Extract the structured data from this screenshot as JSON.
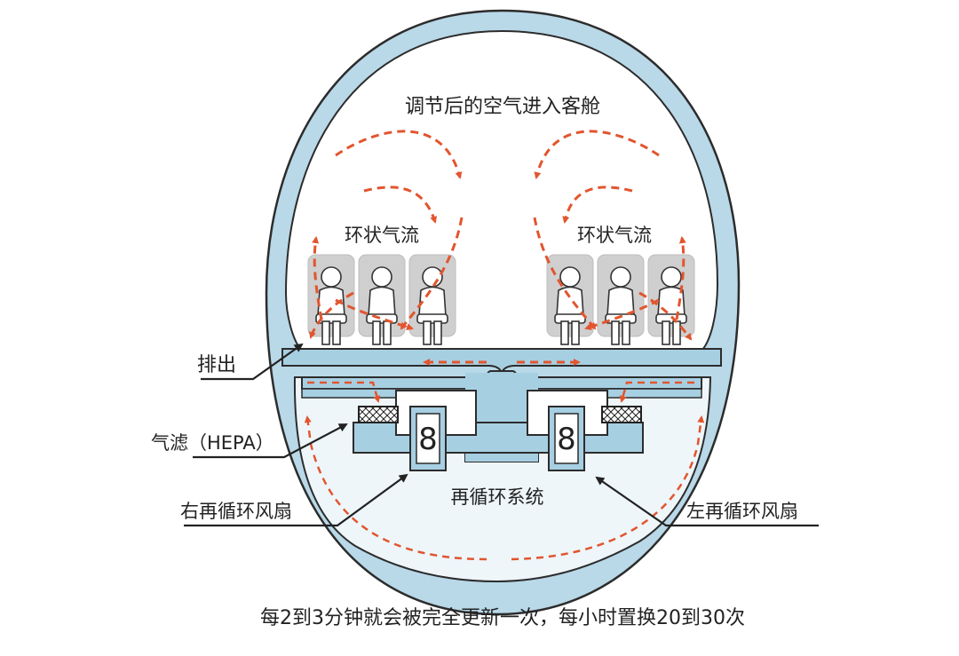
{
  "labels": {
    "conditioned_air": "调节后的空气进入客舱",
    "circular_airflow_left": "环状气流",
    "circular_airflow_right": "环状气流",
    "exhaust": "排出",
    "filter": "气滤（HEPA）",
    "right_fan": "右再循环风扇",
    "left_fan": "左再循环风扇",
    "recirculation_system": "再循环系统",
    "fan_glyph_left": "8",
    "fan_glyph_right": "8"
  },
  "caption": "每2到3分钟就会被完全更新一次，每小时置换20到30次",
  "colors": {
    "fuselage_fill": "#b9d8e8",
    "fuselage_stroke": "#2c2c2c",
    "duct_fill": "#a7cfe2",
    "lower_hold": "#eef6fa",
    "airflow_arrow": "#e2552e",
    "seat": "#cfcfcf",
    "passenger": "#ffffff"
  },
  "icons": [
    "passenger-seat-icon",
    "recirculation-fan-icon",
    "hepa-filter-icon",
    "airflow-arrow-icon"
  ]
}
